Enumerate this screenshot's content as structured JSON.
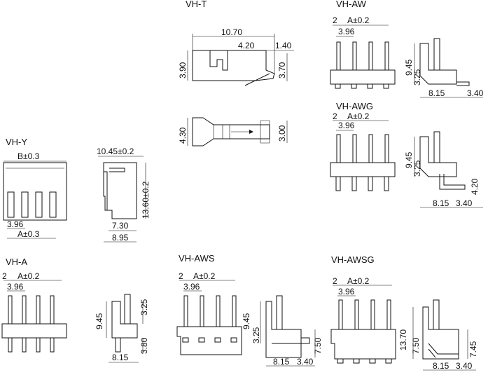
{
  "drawings": {
    "vh_t": {
      "title": "VH-T",
      "dims": {
        "length": "10.70",
        "mid": "4.20",
        "tip": "1.40",
        "height": "3.90",
        "height2": "3.70",
        "top_h": "4.30",
        "top_h2": "3.00"
      }
    },
    "vh_aw": {
      "title": "VH-AW",
      "dims": {
        "edge": "2",
        "pitch_total": "A±0.2",
        "pitch": "3.96",
        "h1": "9.45",
        "h2": "3.25",
        "w1": "8.15",
        "w2": "3.40"
      }
    },
    "vh_awg": {
      "title": "VH-AWG",
      "dims": {
        "edge": "2",
        "pitch_total": "A±0.2",
        "pitch": "3.96",
        "h1": "9.45",
        "h2": "3.25",
        "tail": "4.20",
        "w1": "8.15",
        "w2": "3.40"
      }
    },
    "vh_y": {
      "title": "VH-Y",
      "dims": {
        "width": "B±0.3",
        "pitch": "3.96",
        "pitch_total": "A±0.3",
        "side_w": "10.45±0.2",
        "side_h": "13.60±0.2",
        "base1": "7.30",
        "base2": "8.95"
      }
    },
    "vh_a": {
      "title": "VH-A",
      "dims": {
        "edge": "2",
        "pitch_total": "A±0.2",
        "pitch": "3.96",
        "h1": "9.45",
        "h2": "3.25",
        "h3": "3.80",
        "w1": "8.15"
      }
    },
    "vh_aws": {
      "title": "VH-AWS",
      "dims": {
        "edge": "2",
        "pitch_total": "A±0.2",
        "pitch": "3.96",
        "h1": "9.45",
        "h2": "3.25",
        "h3": "7.50",
        "w1": "8.15",
        "w2": "3.40"
      }
    },
    "vh_awsg": {
      "title": "VH-AWSG",
      "dims": {
        "edge": "2",
        "pitch_total": "A±0.2",
        "pitch": "3.96",
        "h1": "13.70",
        "h2": "7.50",
        "h3": "7.45",
        "w1": "8.15",
        "w2": "3.40"
      }
    }
  }
}
